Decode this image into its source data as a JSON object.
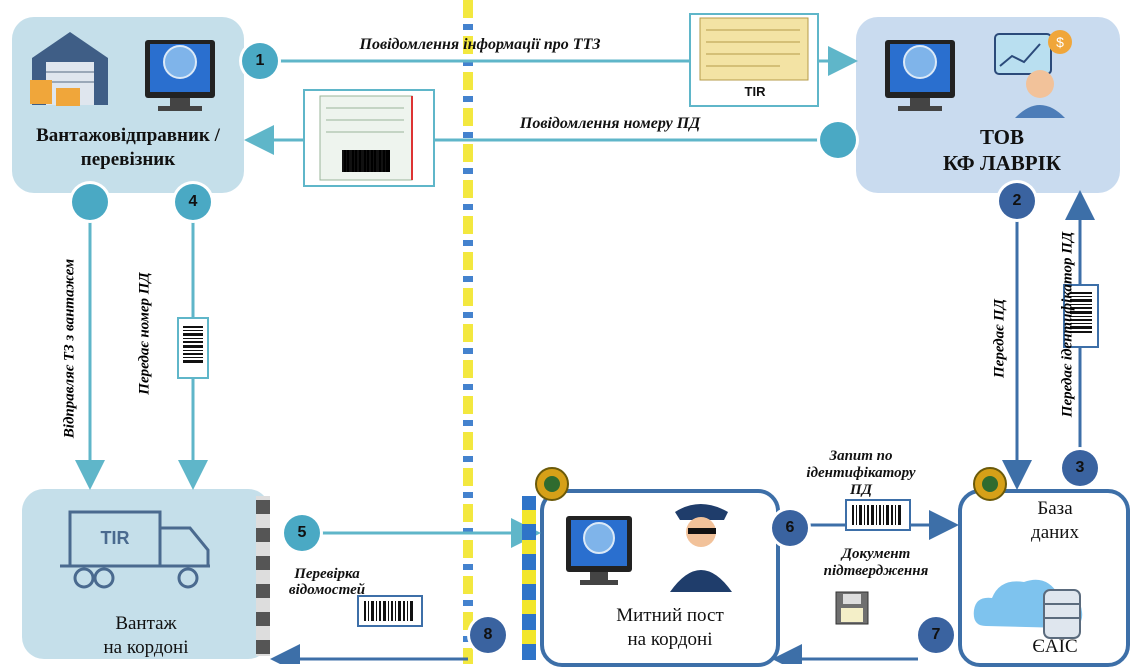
{
  "colors": {
    "box_left": "#c5dfea",
    "box_right": "#c9dbef",
    "box_outline": "#3d6fa8",
    "arrow_teal": "#5fb6c9",
    "arrow_blue": "#3d6fa8",
    "circle_teal": "#4aa9c4",
    "circle_blue": "#3a63a0",
    "divider_yellow": "#f2e62a",
    "divider_blue": "#2f74c8"
  },
  "nodes": {
    "shipper": "Вантажовідправник /\nперевізник",
    "company": "ТОВ\nКФ ЛАВРІК",
    "cargo": "Вантаж\nна кордоні",
    "customs": "Митний пост\nна кордоні",
    "db_title": "База\nданих",
    "db_name": "ЄАІС",
    "tir_card": "TIR",
    "tir_truck": "TIR"
  },
  "steps": [
    "1",
    "2",
    "3",
    "4",
    "5",
    "6",
    "7",
    "8"
  ],
  "messages": {
    "m1": "Повідомлення інформації про ТТЗ",
    "m_pd": "Повідомлення номеру ПД",
    "m_send_cargo": "Відправляє ТЗ з вантажем",
    "m_pass_pd": "Передає номер ПД",
    "m_pass_pd_right": "Передає ПД",
    "m_pass_id": "Передає ідентифікатор ПД",
    "m_request": "Запит по\nідентифікатору\nПД",
    "m_confirm": "Документ\nпідтвердження",
    "m_check": "Перевірка\nвідомостей"
  },
  "icons": [
    "warehouse-icon",
    "computer-globe-icon",
    "tir-document-icon",
    "customs-declaration-icon",
    "businessman-icon",
    "barcode-icon",
    "truck-icon",
    "border-barrier-icon",
    "customs-officer-icon",
    "customs-emblem-icon",
    "floppy-disk-icon",
    "cloud-database-icon"
  ]
}
